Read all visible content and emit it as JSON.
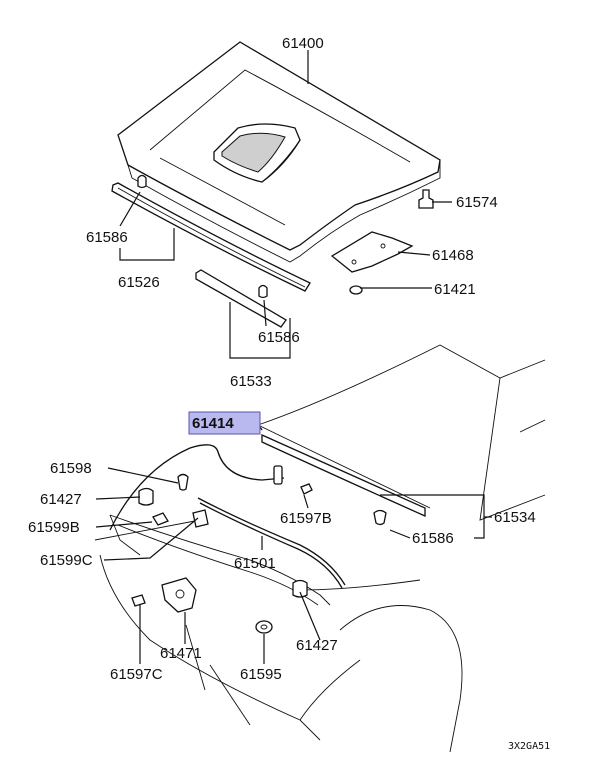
{
  "diagram": {
    "catalog_code": "3X2GA51",
    "highlight_color": "#b9b9f0",
    "callouts": {
      "p61400": "61400",
      "p61574": "61574",
      "p61586_a": "61586",
      "p61468": "61468",
      "p61526": "61526",
      "p61421": "61421",
      "p61586_b": "61586",
      "p61533": "61533",
      "p61414": "61414",
      "p61598": "61598",
      "p61427_a": "61427",
      "p61597B": "61597B",
      "p61534": "61534",
      "p61599B": "61599B",
      "p61586_c": "61586",
      "p61599C": "61599C",
      "p61501": "61501",
      "p61471": "61471",
      "p61427_b": "61427",
      "p61597C": "61597C",
      "p61595": "61595"
    }
  }
}
